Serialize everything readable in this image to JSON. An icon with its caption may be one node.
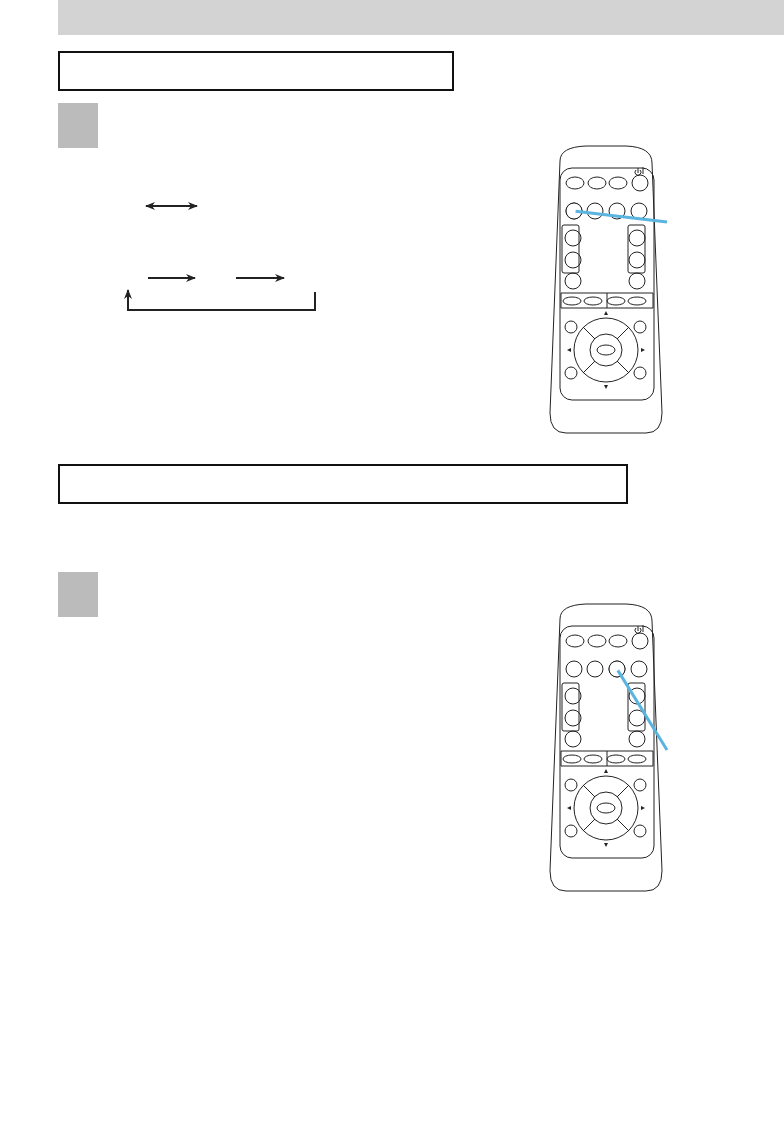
{
  "diagram": {
    "nodes": [
      {
        "text": [],
        "shape": "bar"
      },
      {
        "text": [],
        "shape": "box"
      },
      {
        "text": [],
        "shape": "box"
      },
      {
        "text": [],
        "shape": "picture"
      },
      {
        "text": [],
        "shape": "circle",
        "in": 3
      },
      {
        "text": [],
        "shape": "box"
      },
      {
        "text": [],
        "shape": "box"
      },
      {
        "text": [],
        "shape": "picture"
      },
      {
        "text": [],
        "shape": "circle",
        "in": 7
      }
    ],
    "edges": [
      {
        "from": null,
        "to": 4,
        "arrow": "none"
      },
      {
        "from": null,
        "to": 8,
        "arrow": "none"
      }
    ]
  }
}
